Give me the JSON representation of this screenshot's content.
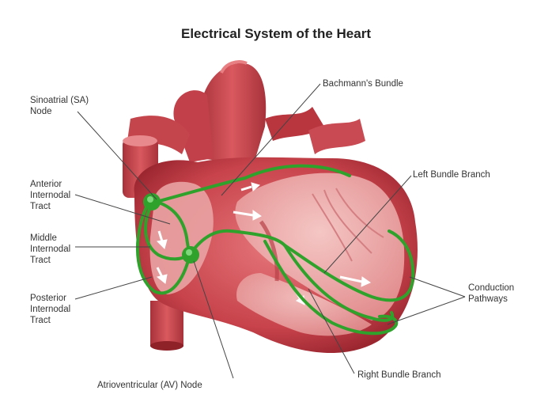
{
  "title": "Electrical System of the Heart",
  "labels": {
    "sa_node": "Sinoatrial (SA)\nNode",
    "bachmanns_bundle": "Bachmann's Bundle",
    "anterior_internodal": "Anterior\nInternodal\nTract",
    "left_bundle_branch": "Left Bundle Branch",
    "middle_internodal": "Middle\nInternodal\nTract",
    "conduction_pathways": "Conduction\nPathways",
    "posterior_internodal": "Posterior\nInternodal\nTract",
    "right_bundle_branch": "Right Bundle Branch",
    "av_node": "Atrioventricular (AV) Node"
  },
  "colors": {
    "muscle": "#cf4f55",
    "muscle_dark": "#9e2a31",
    "muscle_light": "#e98a8c",
    "chamber": "#f0b3b1",
    "conduction": "#2fa22c",
    "leader_line": "#444444"
  }
}
